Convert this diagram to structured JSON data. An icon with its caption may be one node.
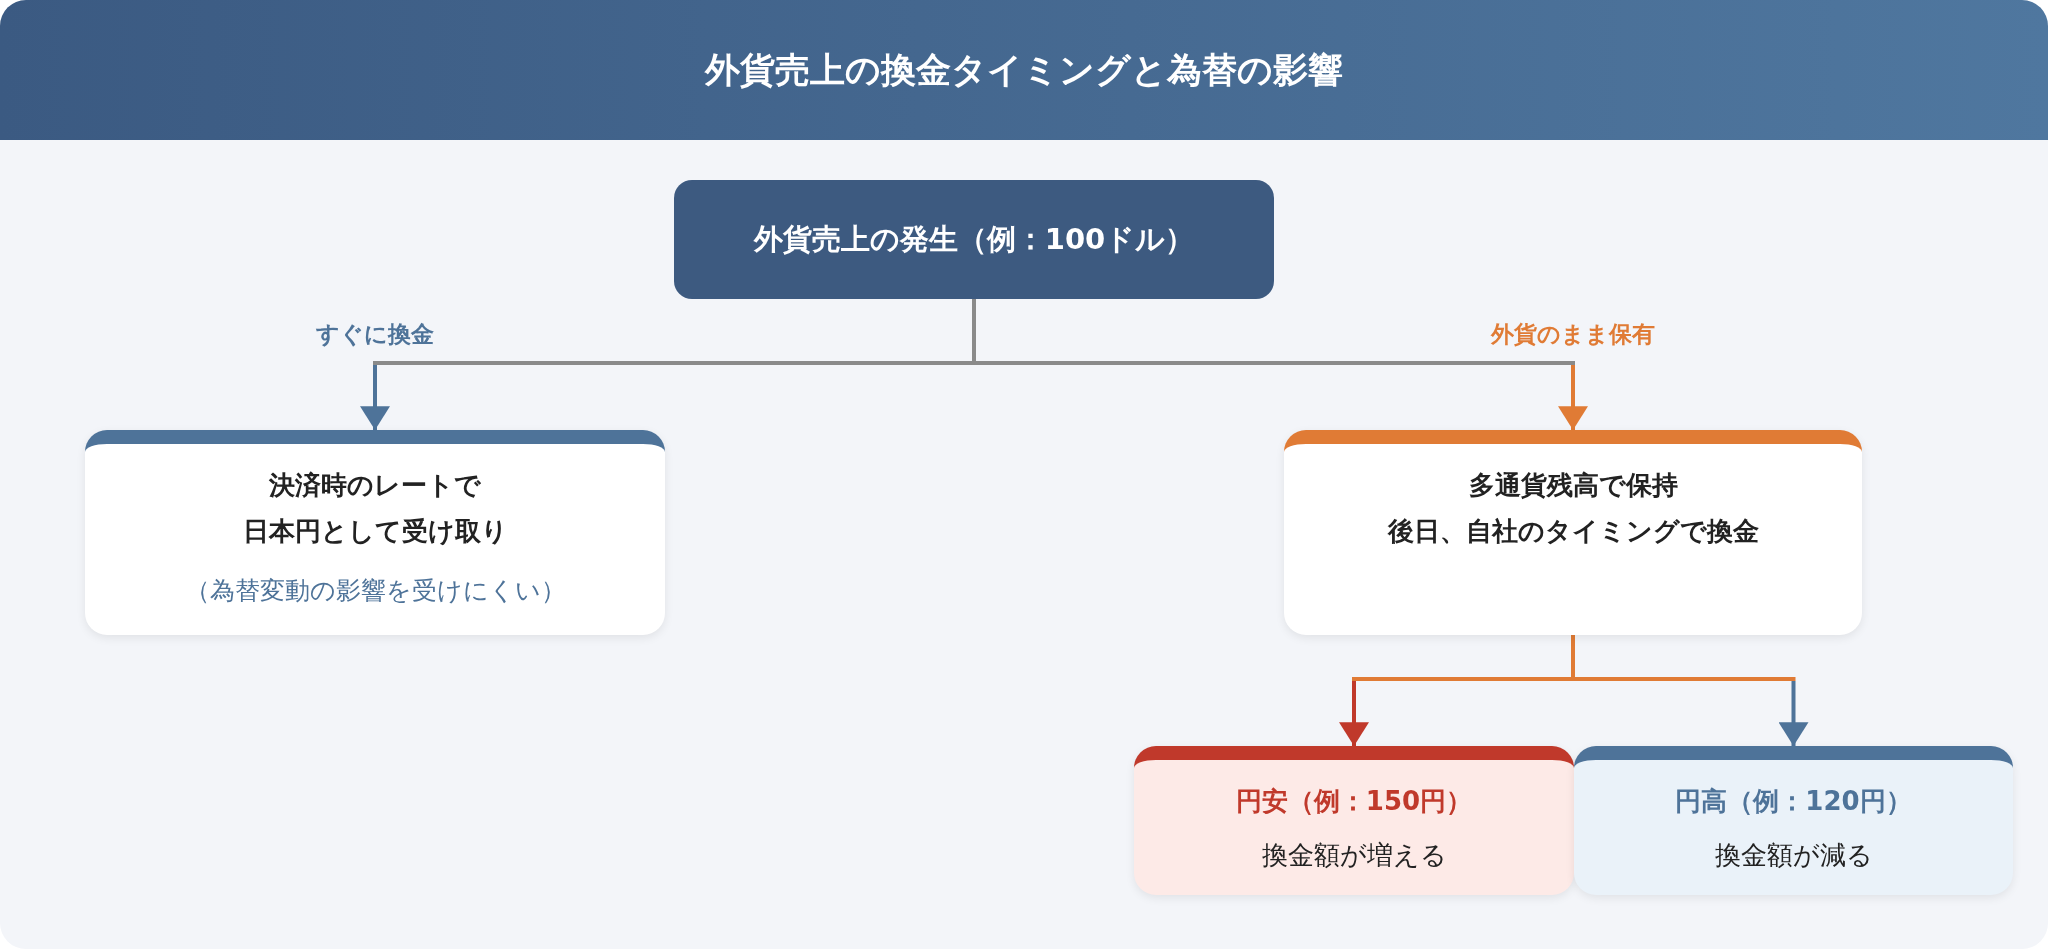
{
  "diagram": {
    "title": "外貨売上の換金タイミングと為替の影響",
    "nodes": [
      {
        "text": [
          "外貨売上の発生（例：100ドル）"
        ]
      },
      {
        "text": [
          "決済時のレートで",
          "日本円として受け取り",
          "（為替変動の影響を受けにくい）"
        ]
      },
      {
        "text": [
          "多通貨残高で保持",
          "後日、自社のタイミングで換金"
        ]
      },
      {
        "text": [
          "円安（例：150円）",
          "換金額が増える"
        ]
      },
      {
        "text": [
          "円高（例：120円）",
          "換金額が減る"
        ]
      }
    ],
    "edges": [
      {
        "from": 0,
        "to": 1,
        "arrow": "to",
        "label": "すぐに換金",
        "color": "#4e7399"
      },
      {
        "from": 0,
        "to": 2,
        "arrow": "to",
        "label": "外貨のまま保有",
        "color": "#e07b35"
      },
      {
        "from": 2,
        "to": 3,
        "arrow": "to",
        "color": "#c0392b"
      },
      {
        "from": 2,
        "to": 4,
        "arrow": "to",
        "color": "#4e7399"
      }
    ]
  }
}
